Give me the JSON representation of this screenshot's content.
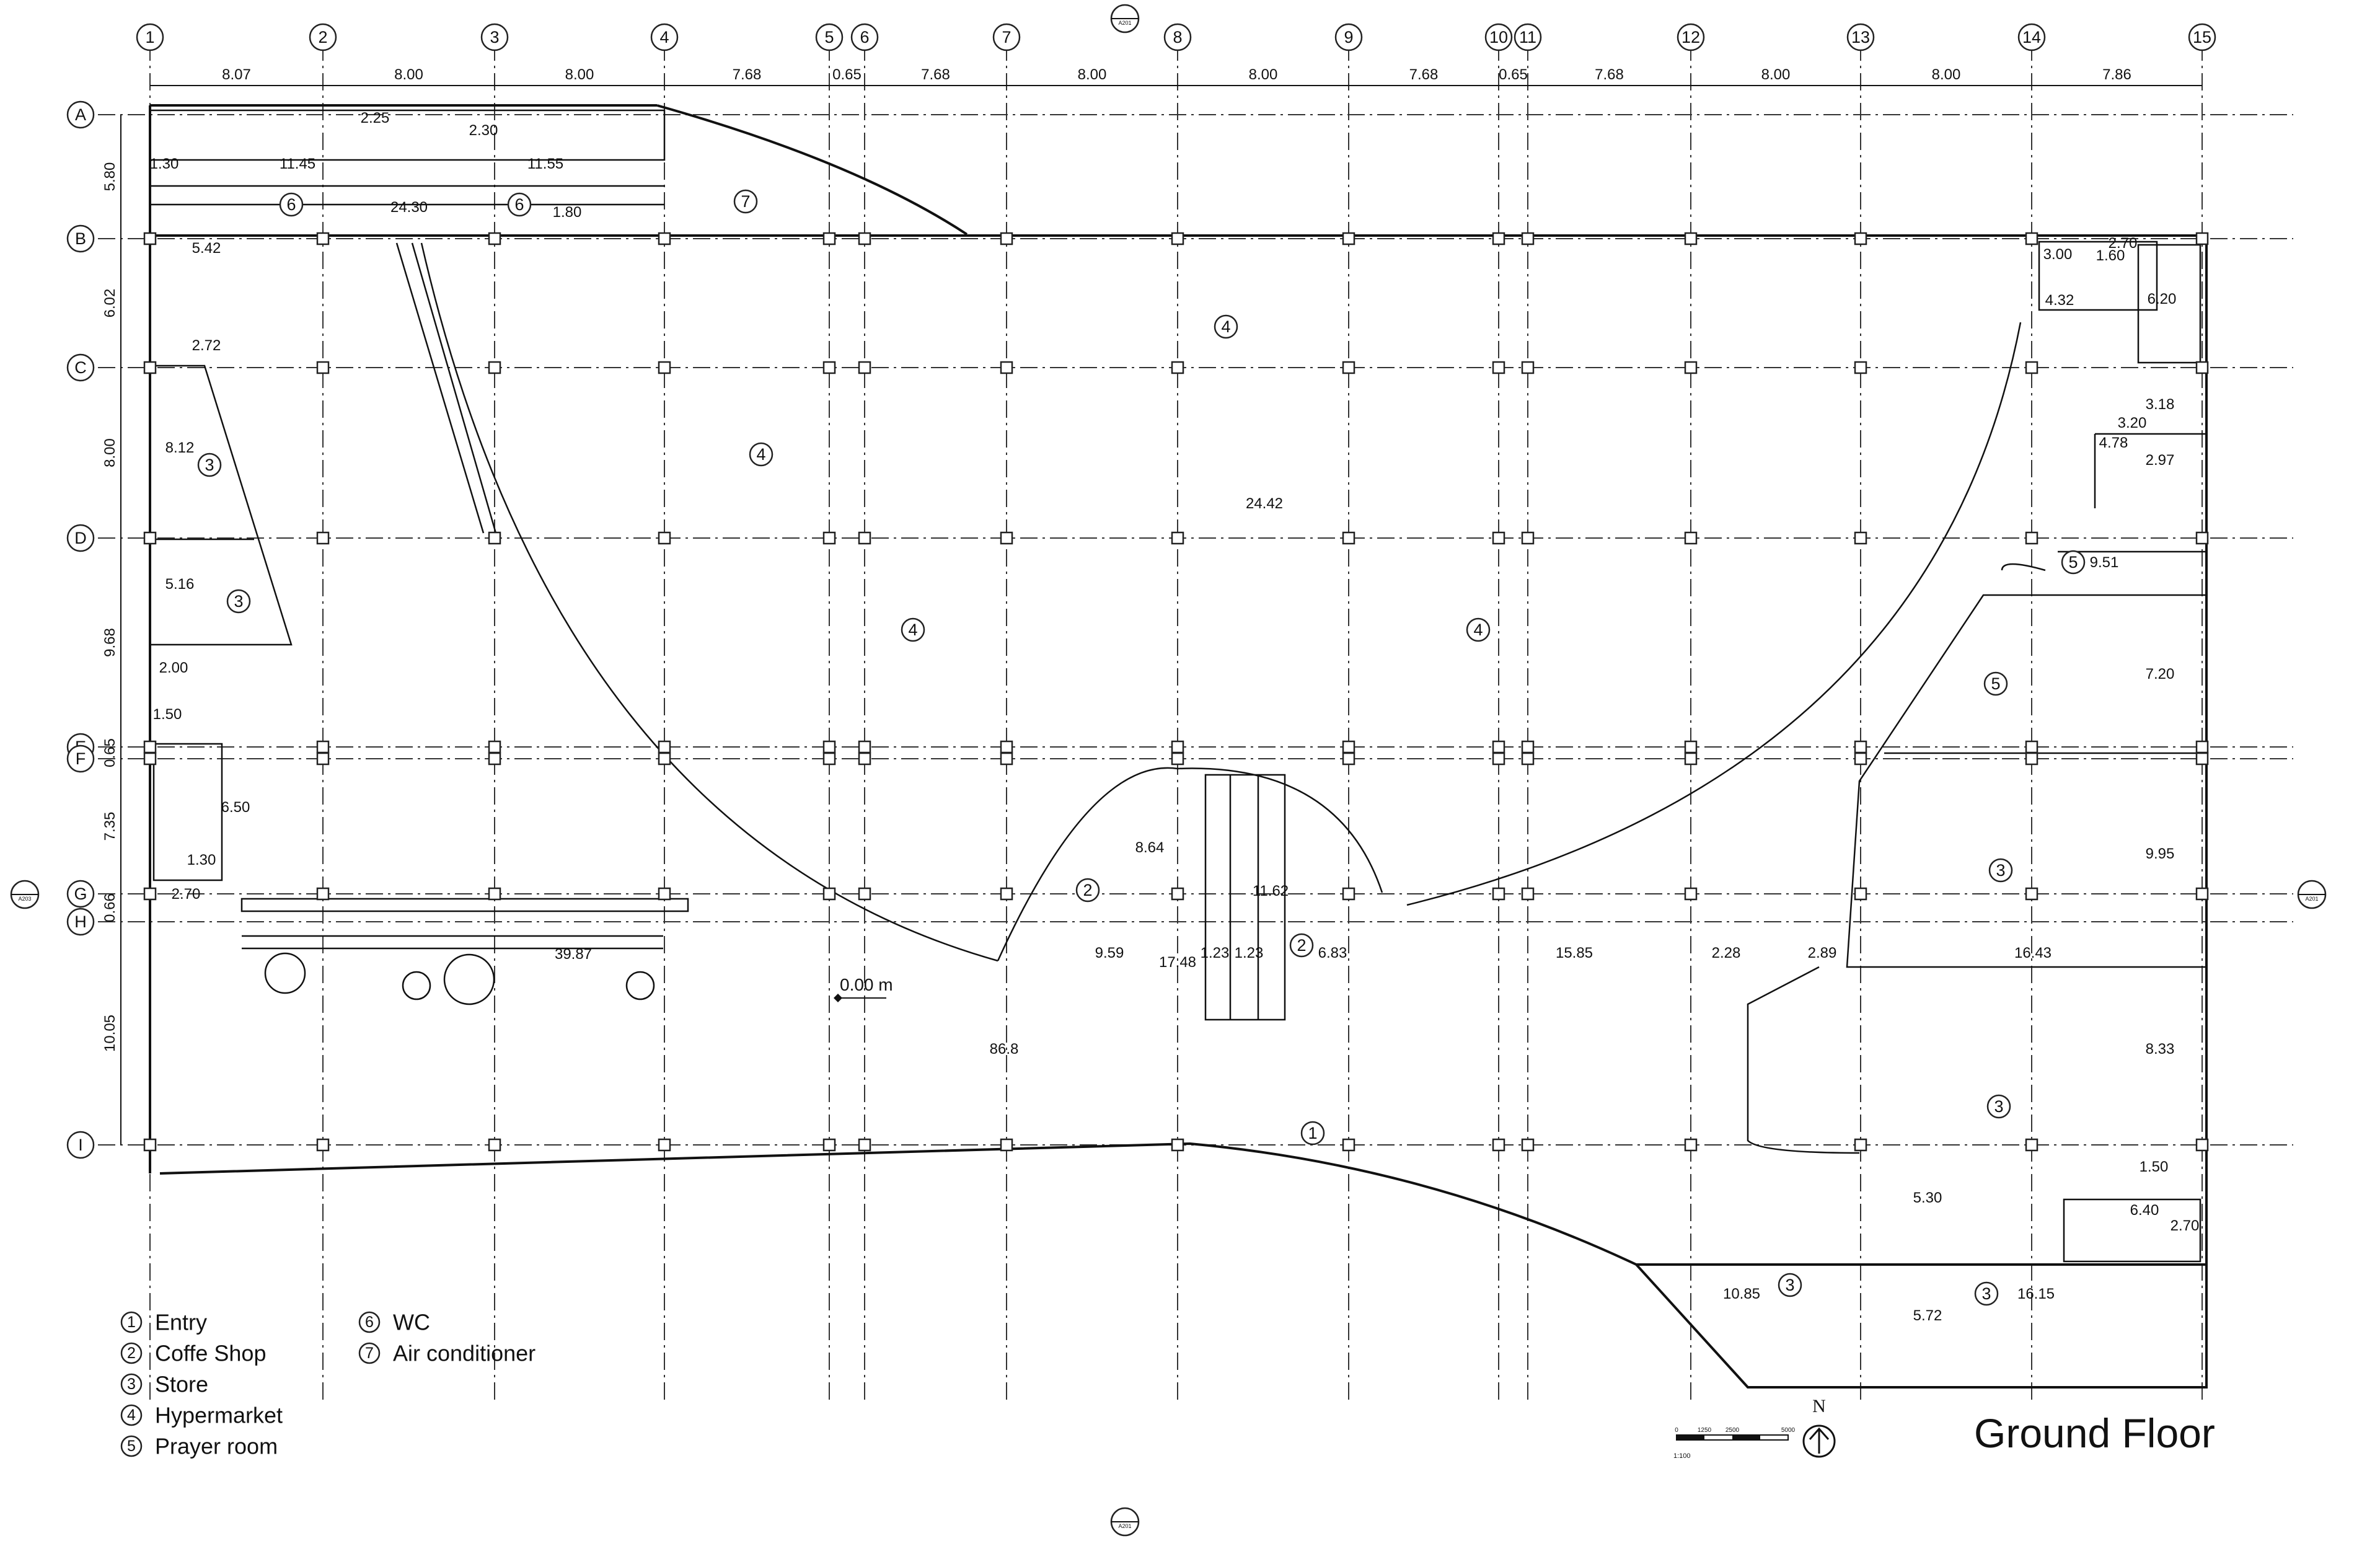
{
  "drawing": {
    "title": "Ground Floor",
    "level_label": "0.00 m",
    "north_label": "N"
  },
  "grid": {
    "vertical": [
      "1",
      "2",
      "3",
      "4",
      "5",
      "6",
      "7",
      "8",
      "9",
      "10",
      "11",
      "12",
      "13",
      "14",
      "15"
    ],
    "horizontal": [
      "A",
      "B",
      "C",
      "D",
      "E",
      "F",
      "G",
      "H",
      "I"
    ]
  },
  "top_dimensions": [
    "8.07",
    "8.00",
    "8.00",
    "7.68",
    "0.65",
    "7.68",
    "8.00",
    "8.00",
    "7.68",
    "0.65",
    "7.68",
    "8.00",
    "8.00",
    "7.86"
  ],
  "left_dimensions": [
    "5.80",
    "6.02",
    "8.00",
    "9.68",
    "0.65",
    "7.35",
    "0.66",
    "10.05"
  ],
  "interior_dimensions": [
    "2.25",
    "2.30",
    "1.30",
    "11.45",
    "11.55",
    "24.30",
    "1.80",
    "5.42",
    "2.72",
    "8.12",
    "5.16",
    "2.00",
    "1.50",
    "6.50",
    "1.30",
    "2.70",
    "39.87",
    "9.59",
    "17.48",
    "1.23",
    "1.23",
    "6.83",
    "11.62",
    "8.64",
    "15.85",
    "2.28",
    "2.89",
    "16.43",
    "8.33",
    "5.30",
    "10.85",
    "5.72",
    "16.15",
    "9.51",
    "7.20",
    "9.95",
    "24.42",
    "3.18",
    "3.20",
    "4.78",
    "2.97",
    "4.32",
    "2.70",
    "3.00",
    "1.60",
    "6.20",
    "1.50",
    "6.40",
    "2.70",
    "86.8"
  ],
  "room_tags": [
    {
      "num": "6"
    },
    {
      "num": "6"
    },
    {
      "num": "7"
    },
    {
      "num": "4"
    },
    {
      "num": "4"
    },
    {
      "num": "4"
    },
    {
      "num": "4"
    },
    {
      "num": "3"
    },
    {
      "num": "3"
    },
    {
      "num": "2"
    },
    {
      "num": "2"
    },
    {
      "num": "1"
    },
    {
      "num": "5"
    },
    {
      "num": "5"
    },
    {
      "num": "3"
    },
    {
      "num": "3"
    },
    {
      "num": "3"
    },
    {
      "num": "3"
    }
  ],
  "legend": [
    {
      "num": "1",
      "label": "Entry"
    },
    {
      "num": "2",
      "label": "Coffe Shop"
    },
    {
      "num": "3",
      "label": "Store"
    },
    {
      "num": "4",
      "label": "Hypermarket"
    },
    {
      "num": "5",
      "label": "Prayer room"
    },
    {
      "num": "6",
      "label": "WC"
    },
    {
      "num": "7",
      "label": "Air conditioner"
    }
  ],
  "scale_bar": {
    "ticks": [
      "0",
      "1250",
      "2500",
      "5000"
    ],
    "ratio": "1:100"
  },
  "section_marks": [
    "A201",
    "A201",
    "A203",
    "A201"
  ]
}
